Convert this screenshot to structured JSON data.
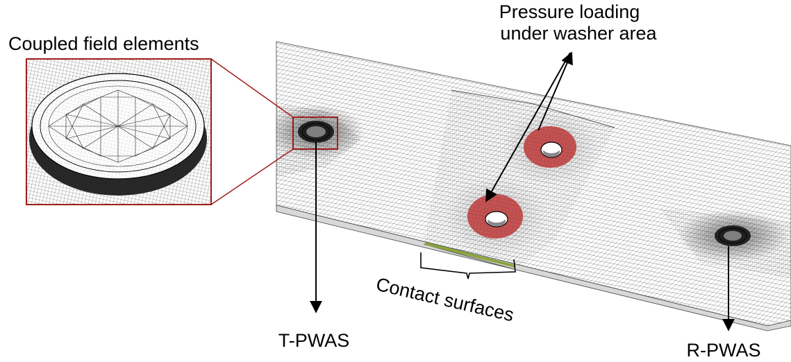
{
  "labels": {
    "coupled_field": "Coupled field elements",
    "pressure_line1": "Pressure loading",
    "pressure_line2": "under washer area",
    "contact": "Contact surfaces",
    "t_pwas": "T-PWAS",
    "r_pwas": "R-PWAS"
  },
  "colors": {
    "mesh": "#1a1a1a",
    "inset_border": "#a11b1b",
    "pressure_ring": "#c43c3c",
    "contact_surface": "#8aa53a",
    "arrow": "#000000"
  }
}
